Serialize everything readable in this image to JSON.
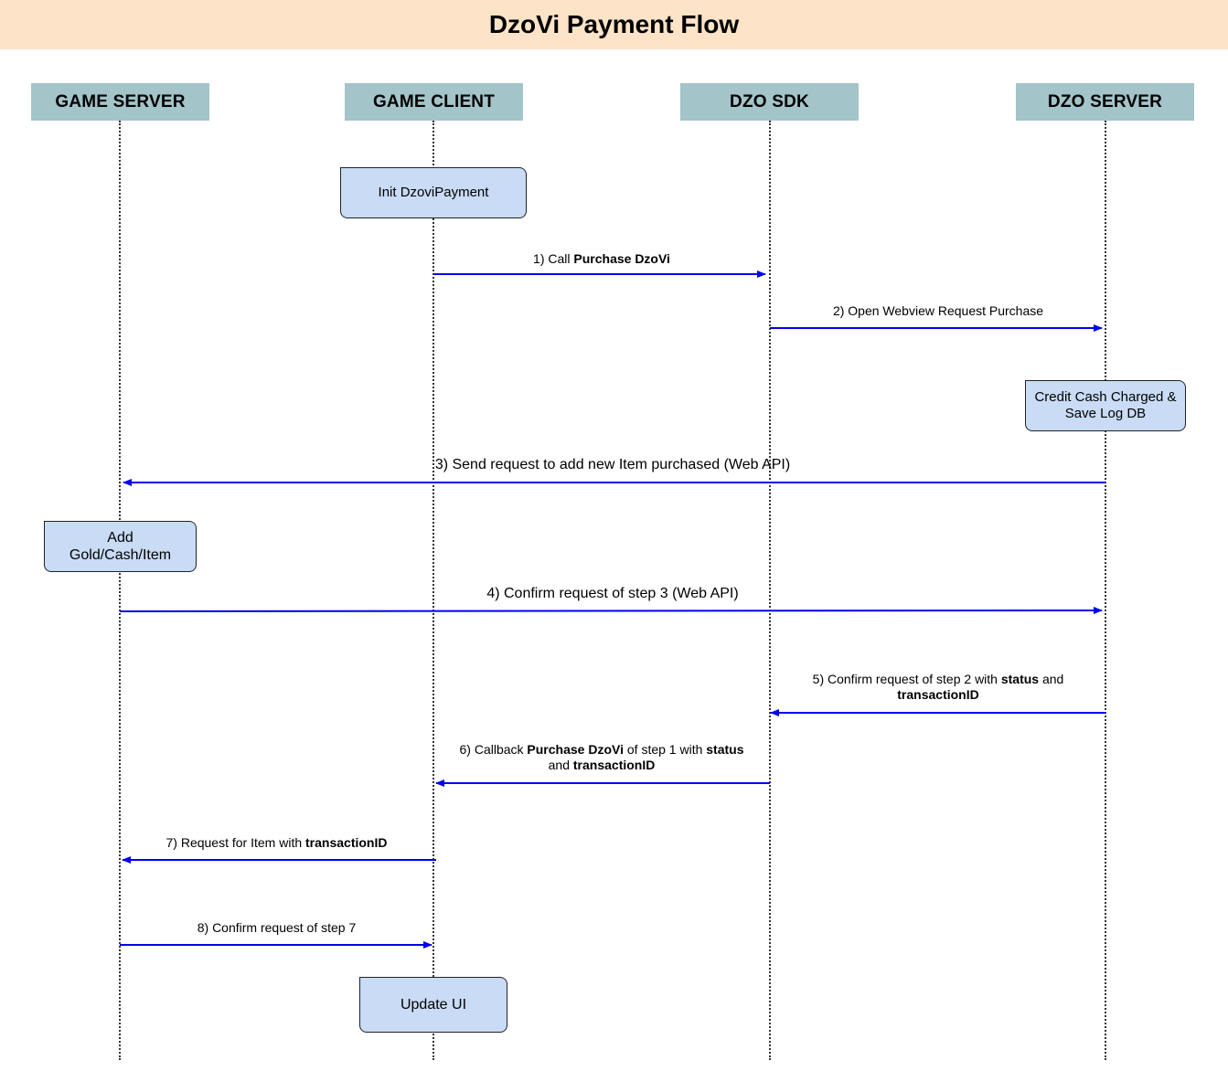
{
  "title": "DzoVi Payment Flow",
  "participants": [
    {
      "id": "game_server",
      "label": "GAME SERVER"
    },
    {
      "id": "game_client",
      "label": "GAME CLIENT"
    },
    {
      "id": "dzo_sdk",
      "label": "DZO SDK"
    },
    {
      "id": "dzo_server",
      "label": "DZO SERVER"
    }
  ],
  "notes": {
    "init": "Init DzoviPayment",
    "credit": "Credit Cash Charged & Save Log DB",
    "add": "Add Gold/Cash/Item",
    "update": "Update UI"
  },
  "messages": {
    "m1": {
      "prefix": "1) Call ",
      "bold": "Purchase DzoVi",
      "from": "game_client",
      "to": "dzo_sdk"
    },
    "m2": {
      "text": "2) Open Webview Request Purchase",
      "from": "dzo_sdk",
      "to": "dzo_server"
    },
    "m3": {
      "text": "3) Send request to add new Item purchased (Web API)",
      "from": "dzo_server",
      "to": "game_server"
    },
    "m4": {
      "text": "4) Confirm request of step 3 (Web API)",
      "from": "game_server",
      "to": "dzo_server"
    },
    "m5": {
      "prefix": "5) Confirm request of step 2 with ",
      "bold1": "status",
      "mid": " and",
      "bold2": "transactionID",
      "from": "dzo_server",
      "to": "dzo_sdk"
    },
    "m6": {
      "prefix": "6) Callback ",
      "bold1": "Purchase DzoVi",
      "mid": " of step 1 with ",
      "bold2": "status",
      "line2prefix": "and ",
      "bold3": "transactionID",
      "from": "dzo_sdk",
      "to": "game_client"
    },
    "m7": {
      "prefix": "7) Request for Item with ",
      "bold": "transactionID",
      "from": "game_client",
      "to": "game_server"
    },
    "m8": {
      "text": "8) Confirm request of step 7",
      "from": "game_server",
      "to": "game_client"
    }
  },
  "colors": {
    "title_bg": "#fde3c7",
    "header_bg": "#a3c4c9",
    "note_bg": "#c9dbf5",
    "arrow": "#0000ee"
  }
}
